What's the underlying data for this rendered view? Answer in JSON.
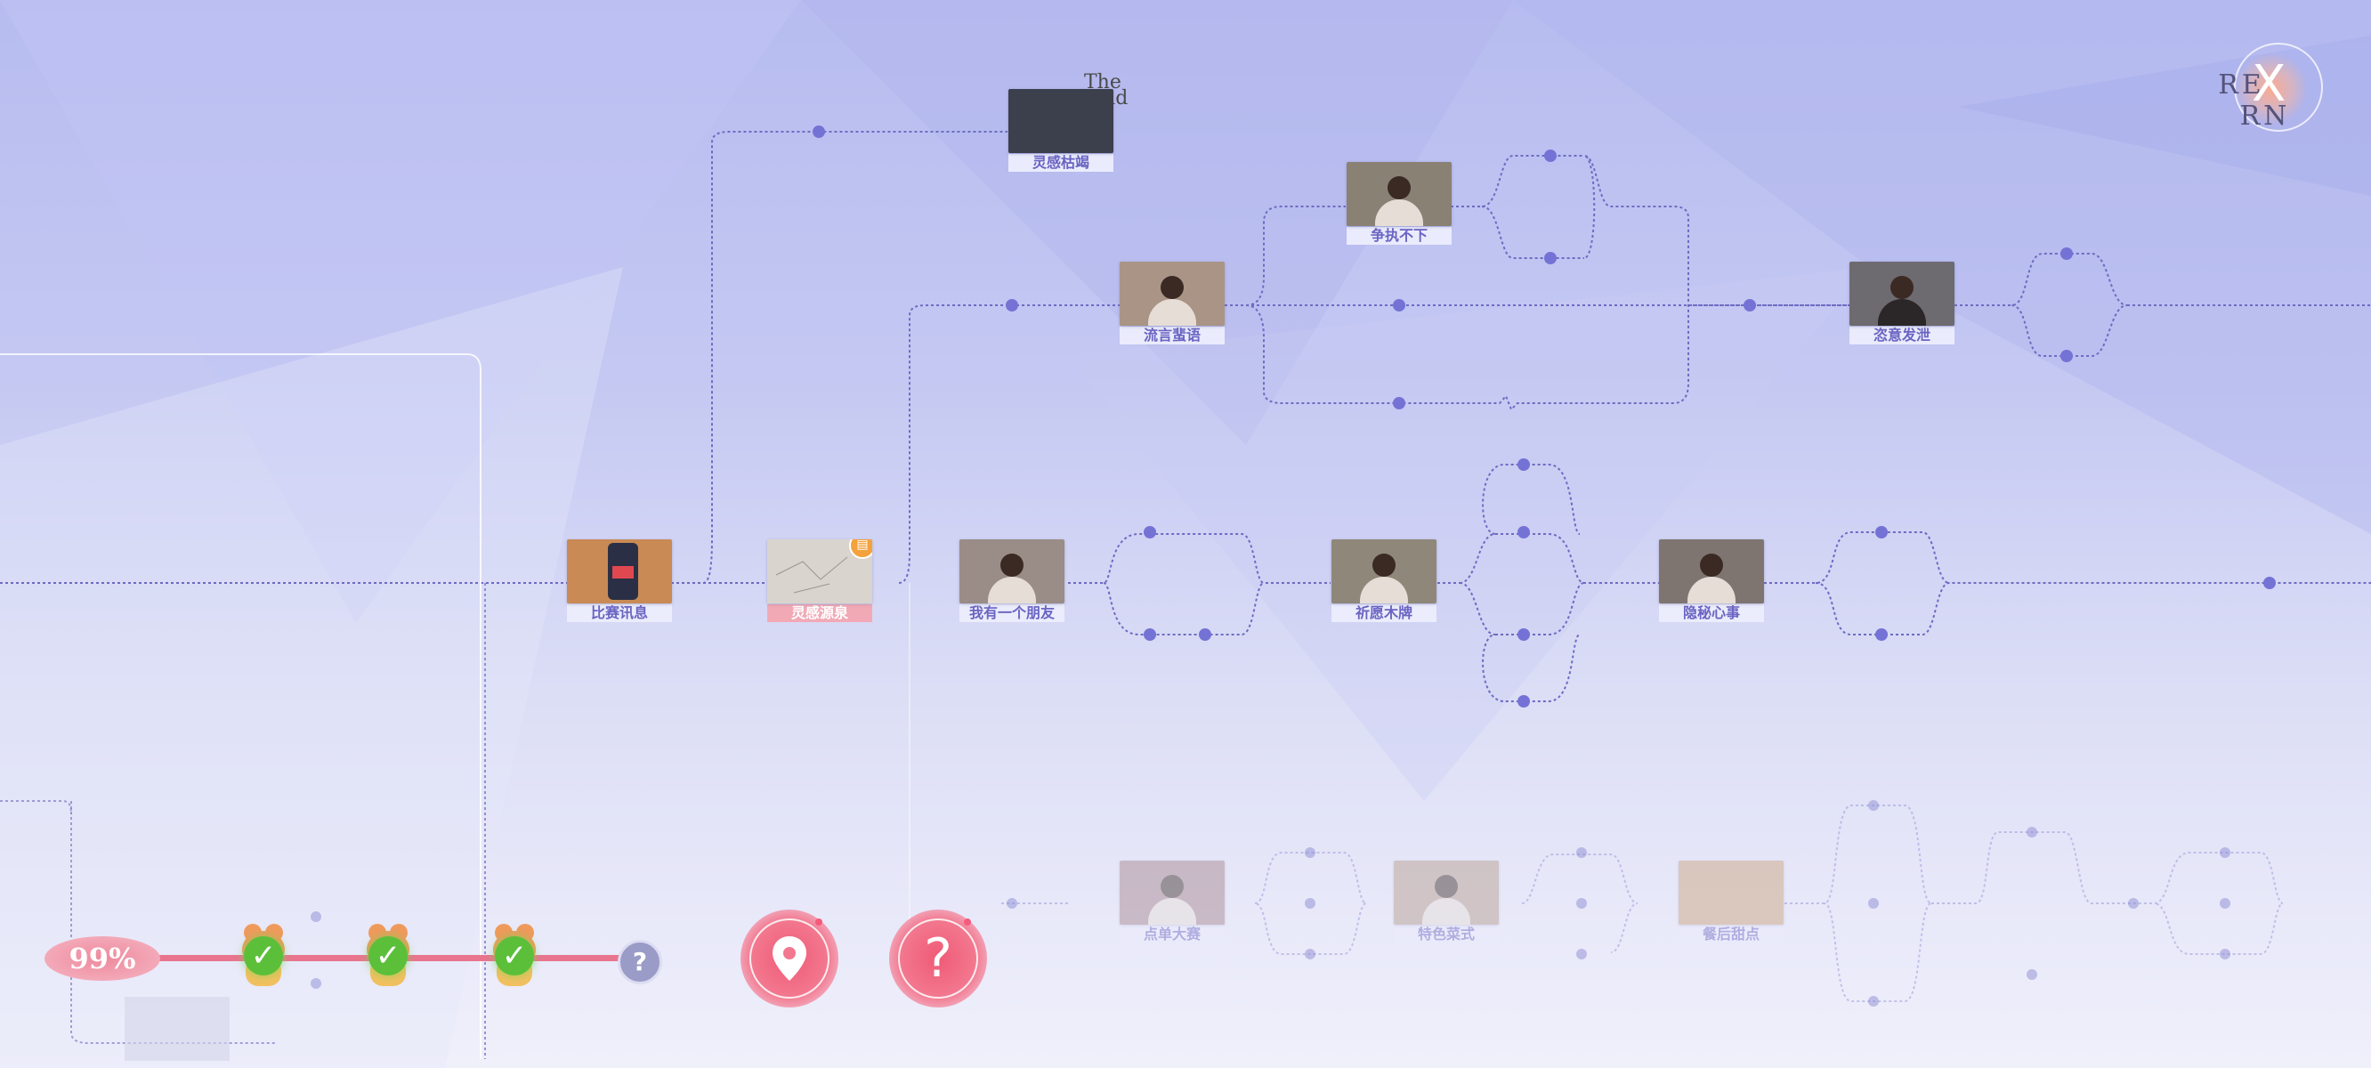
{
  "title": "story-branch-map",
  "logo": {
    "text_left": "RE",
    "text_right": "RN",
    "mark": "X"
  },
  "end_tag": {
    "line1": "The",
    "line2": "end"
  },
  "progress": {
    "percent_label": "99%",
    "value": 0.99,
    "completed_checkpoints": 3,
    "locked_label": "?"
  },
  "nodes": [
    {
      "id": "n1",
      "label": "比赛讯息",
      "state": "done",
      "thumb_color": "#c98a55"
    },
    {
      "id": "n2",
      "label": "灵感源泉",
      "state": "current",
      "thumb_color": "#d9d4cd"
    },
    {
      "id": "n3",
      "label": "灵感枯竭",
      "state": "ending",
      "thumb_color": "#3c3f4c"
    },
    {
      "id": "n4",
      "label": "流言蜚语",
      "state": "done",
      "thumb_color": "#a99486"
    },
    {
      "id": "n5",
      "label": "争执不下",
      "state": "done",
      "thumb_color": "#8a8175"
    },
    {
      "id": "n6",
      "label": "恣意发泄",
      "state": "done",
      "thumb_color": "#6d6a70"
    },
    {
      "id": "n7",
      "label": "我有一个朋友",
      "state": "done",
      "thumb_color": "#9a8c86"
    },
    {
      "id": "n8",
      "label": "祈愿木牌",
      "state": "done",
      "thumb_color": "#8f877a"
    },
    {
      "id": "n9",
      "label": "隐秘心事",
      "state": "done",
      "thumb_color": "#7f7570"
    },
    {
      "id": "n10",
      "label": "点单大赛",
      "state": "faded",
      "thumb_color": "#a4808a"
    },
    {
      "id": "n11",
      "label": "特色菜式",
      "state": "faded",
      "thumb_color": "#b39a88"
    },
    {
      "id": "n12",
      "label": "餐后甜点",
      "state": "faded",
      "thumb_color": "#c9a176"
    }
  ],
  "buttons": [
    {
      "id": "locate",
      "icon": "location-pin-icon",
      "glyph": "⚲"
    },
    {
      "id": "hint",
      "icon": "question-icon",
      "glyph": "?"
    }
  ],
  "colors": {
    "line": "#6d6bc3",
    "dot": "#7572d6",
    "caption_text": "#6a64c2",
    "accent_pink": "#e8758d",
    "badge_orange": "#f4a23d"
  }
}
